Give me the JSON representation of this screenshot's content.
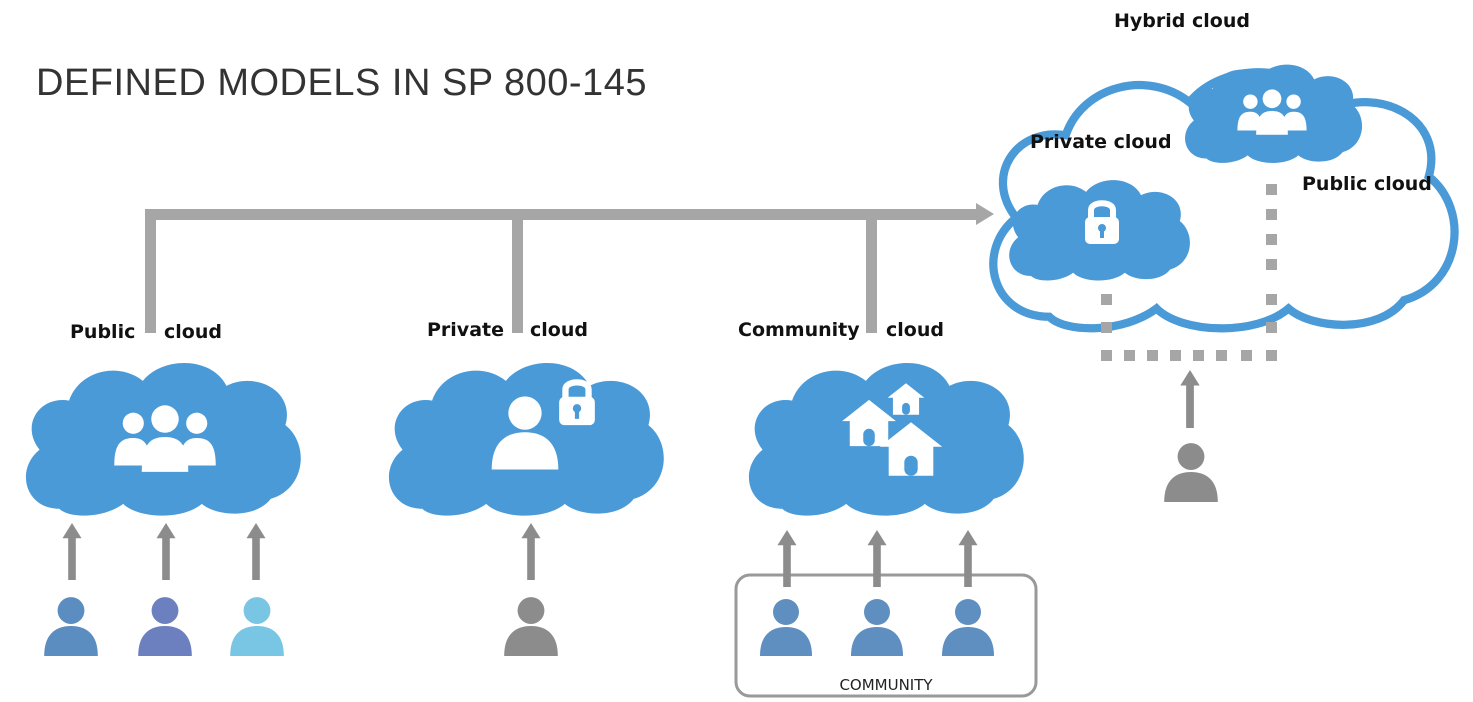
{
  "title": "DEFINED MODELS IN SP 800-145",
  "models": {
    "public": {
      "word1": "Public",
      "word2": "cloud"
    },
    "private": {
      "word1": "Private",
      "word2": "cloud"
    },
    "community": {
      "word1": "Community",
      "word2": "cloud",
      "group_label": "COMMUNITY"
    }
  },
  "hybrid": {
    "title": "Hybrid cloud",
    "private_label": "Private cloud",
    "public_label": "Public cloud"
  },
  "colors": {
    "cloud": "#4a9ad8",
    "cloud_outline": "#4a9ad8",
    "connector": "#a6a6a6",
    "user_public_1": "#5b8dc0",
    "user_public_2": "#6c7fbf",
    "user_public_3": "#79c5e4",
    "user_gray": "#8c8c8c",
    "user_community": "#5f8fc1"
  }
}
